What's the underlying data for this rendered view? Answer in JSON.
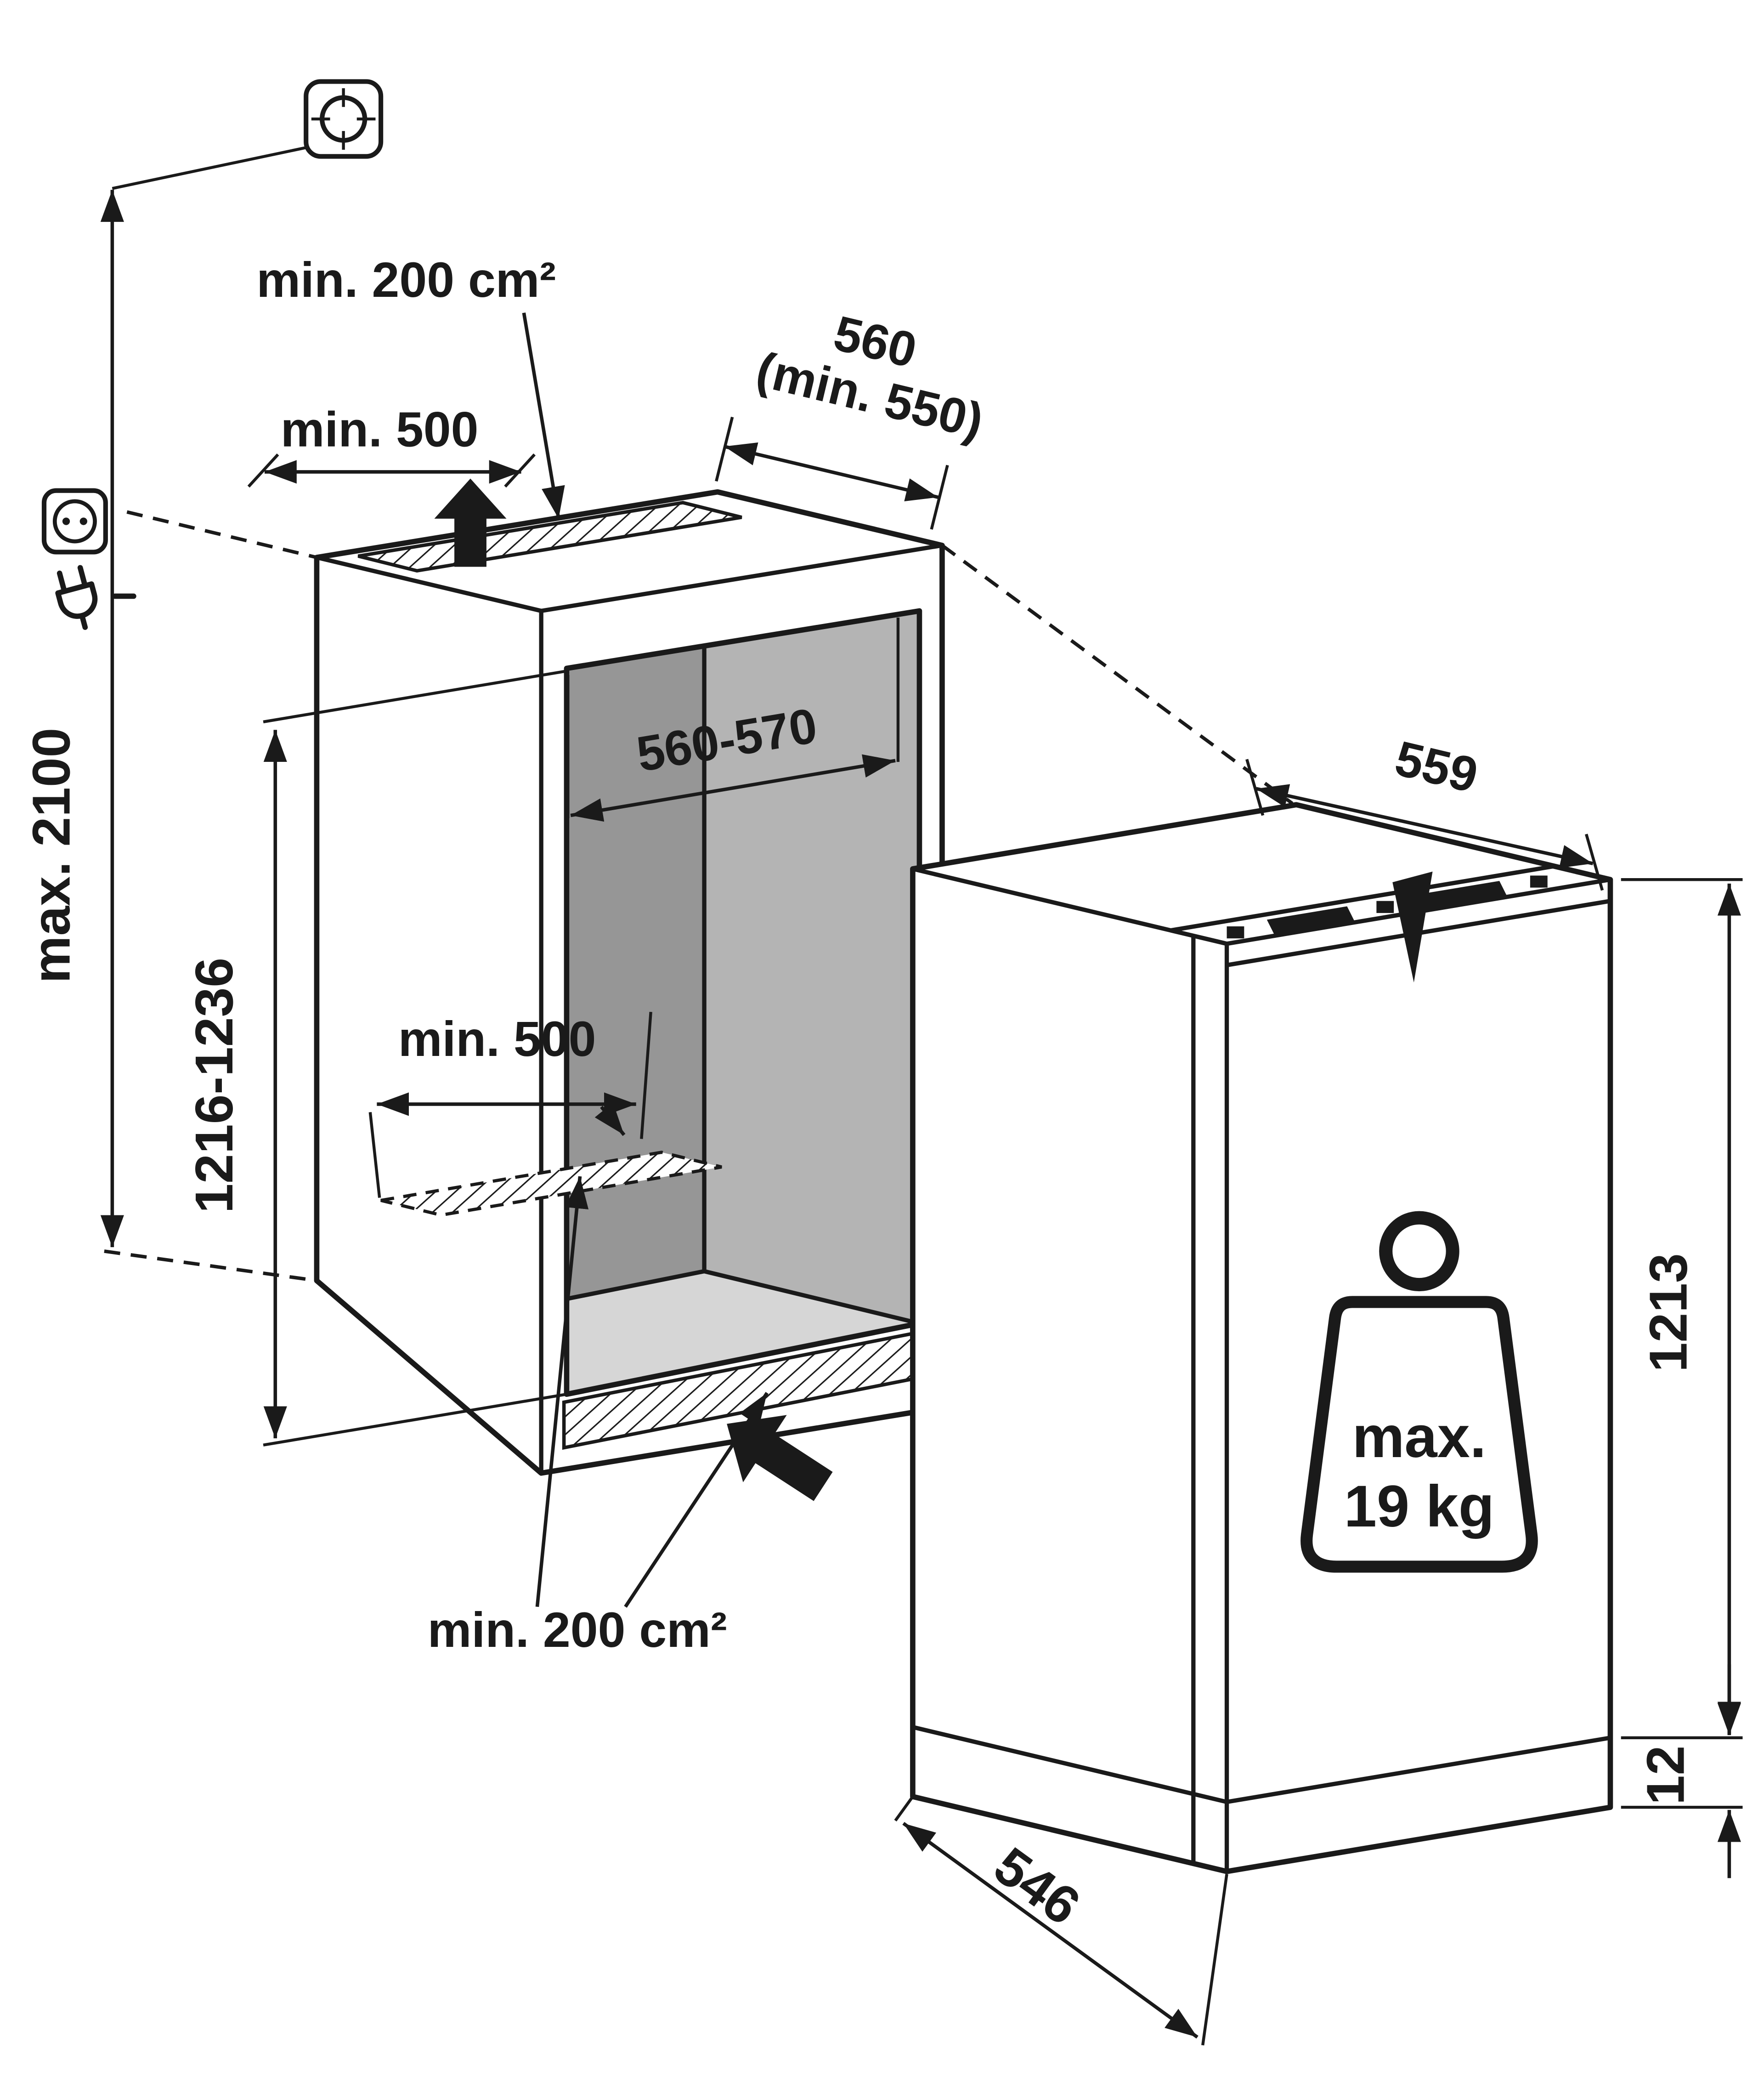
{
  "diagram": {
    "kind": "built-in appliance installation dimension drawing",
    "labels": {
      "top_vent_area": "min. 200 cm²",
      "top_clearance_depth": "min. 500",
      "niche_depth_value": "560",
      "niche_depth_min": "(min. 550)",
      "ceiling_clearance": "max. 2100",
      "niche_height": "1216-1236",
      "niche_width": "560-570",
      "base_vent_depth": "min. 500",
      "base_vent_area": "min. 200 cm²",
      "appliance_width": "559",
      "appliance_height": "1213",
      "base_recess_height": "12",
      "appliance_depth": "546",
      "door_weight_line1": "max.",
      "door_weight_line2": "19 kg"
    },
    "icons": [
      "mounting-screw-icon",
      "power-socket-icon",
      "power-plug-icon",
      "weight-icon",
      "airflow-arrow-top-icon",
      "airflow-arrow-bottom-icon"
    ],
    "colors": {
      "line": "#1a1a1a",
      "background": "#ffffff",
      "niche_back_wall": "#969696",
      "niche_side_wall": "#b4b4b4",
      "niche_floor": "#d6d6d6"
    }
  }
}
